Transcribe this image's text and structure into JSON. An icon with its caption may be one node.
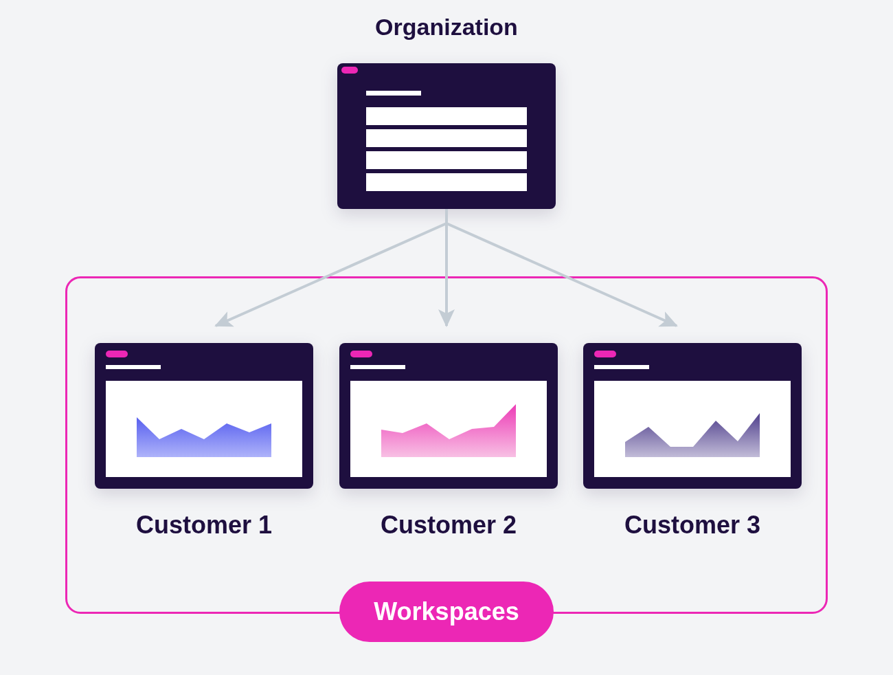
{
  "diagram": {
    "nodes": [
      {
        "text": [
          "Organization"
        ]
      },
      {
        "text": [
          "Workspaces"
        ]
      },
      {
        "text": [
          "Customer 1"
        ],
        "in": 1
      },
      {
        "text": [
          "Customer 2"
        ],
        "in": 1
      },
      {
        "text": [
          "Customer 3"
        ],
        "in": 1
      }
    ],
    "edges": [
      {
        "from": 0,
        "to": 2,
        "arrow": "to"
      },
      {
        "from": 0,
        "to": 3,
        "arrow": "to"
      },
      {
        "from": 0,
        "to": 4,
        "arrow": "to"
      }
    ]
  }
}
